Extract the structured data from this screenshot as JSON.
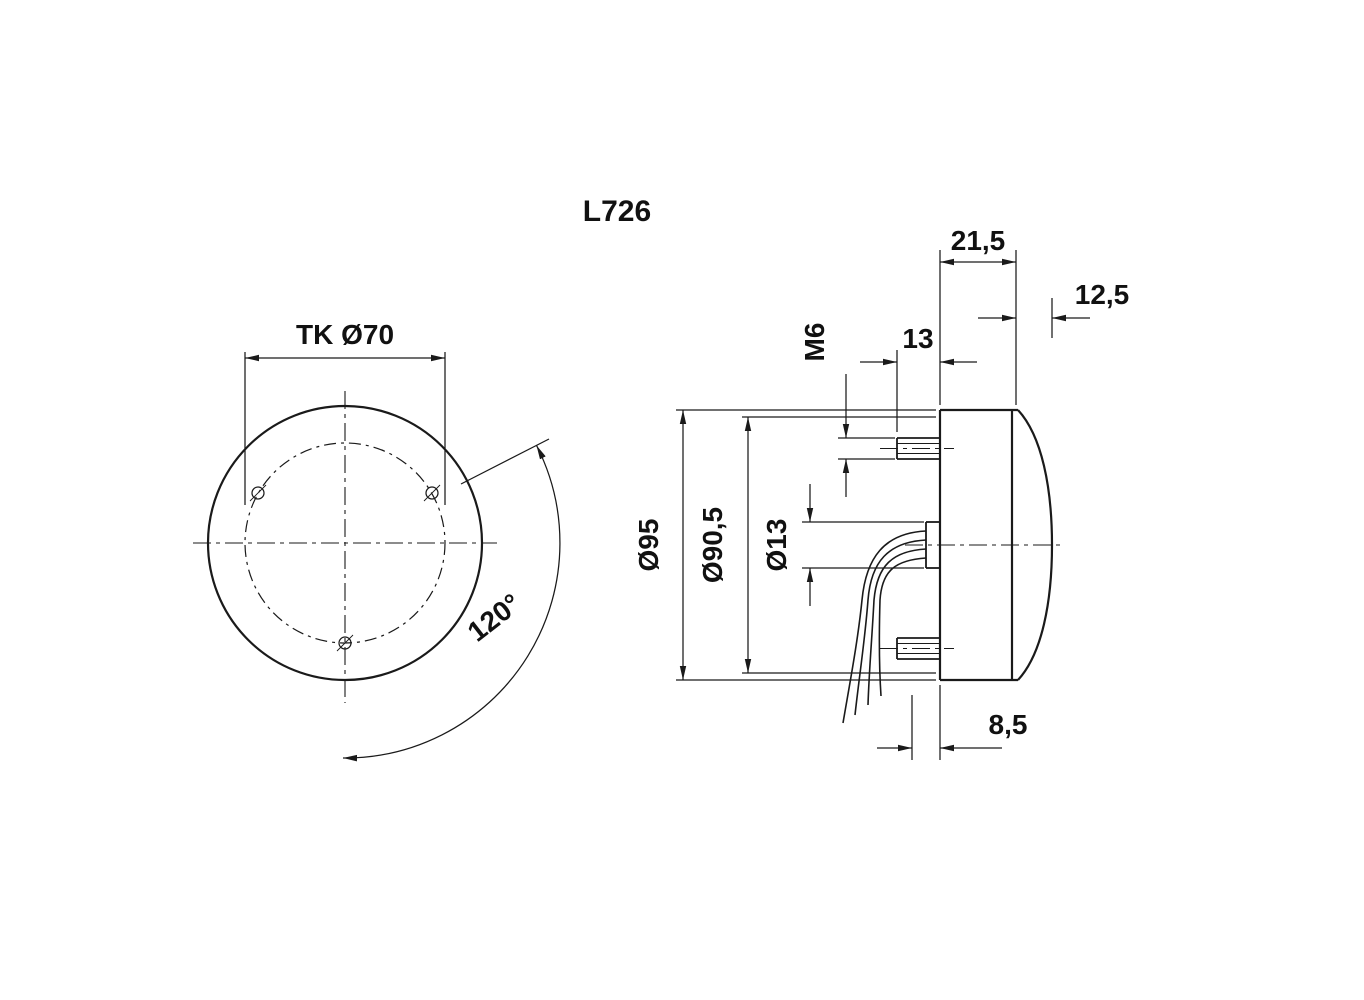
{
  "drawing": {
    "title": "L726",
    "colors": {
      "ink": "#1a1a1a",
      "background": "#ffffff"
    },
    "front_view": {
      "bolt_circle": "TK Ø70",
      "hole_angle": "120°"
    },
    "side_view": {
      "overall_depth": "21,5",
      "lens_depth": "12,5",
      "stud_length": "13",
      "stud_thread": "M6",
      "outer_dia": "Ø95",
      "body_dia": "Ø90,5",
      "hub_dia": "Ø13",
      "rear_depth": "8,5"
    }
  }
}
